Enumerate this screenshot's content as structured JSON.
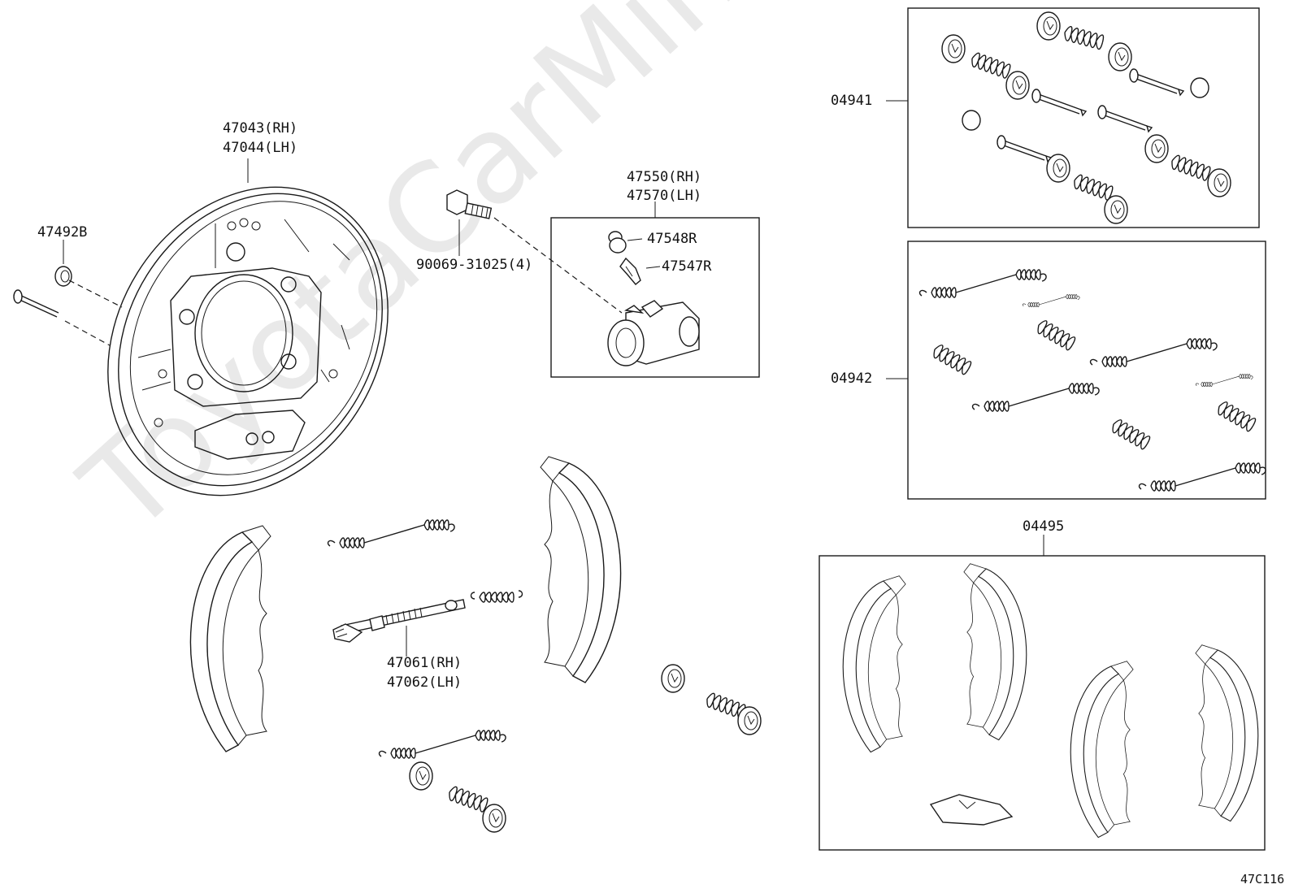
{
  "watermark": "ToyotaCarMine.ru",
  "figure_code": "47C116",
  "labels": {
    "backing_plate_rh": "47043(RH)",
    "backing_plate_lh": "47044(LH)",
    "plug": "47492B",
    "bolt": "90069-31025(4)",
    "wheel_cylinder_rh": "47550(RH)",
    "wheel_cylinder_lh": "47570(LH)",
    "bleeder_cap": "47548R",
    "bleeder_plug": "47547R",
    "adjuster_rh": "47061(RH)",
    "adjuster_lh": "47062(LH)",
    "kit_04941": "04941",
    "kit_04942": "04942",
    "kit_04495": "04495"
  }
}
